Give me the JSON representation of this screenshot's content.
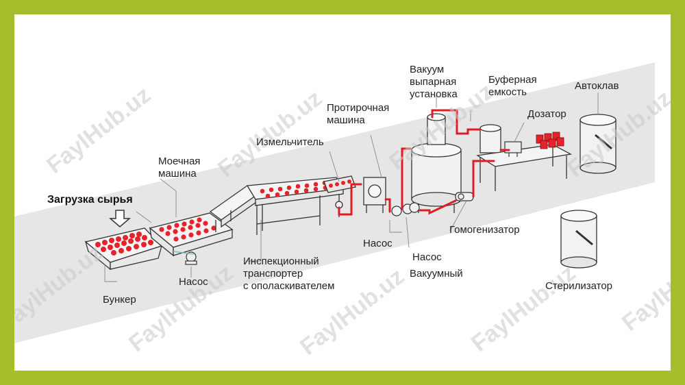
{
  "labels": {
    "loading": "Загрузка сырья",
    "bunker": "Бункер",
    "washer": "Моечная\nмашина",
    "pump1": "Насос",
    "chopper": "Измельчитель",
    "inspection": "Инспекционный\nтранспортер\nс ополаскивателем",
    "wiper": "Протирочная\nмашина",
    "pump2": "Насос",
    "vacuum_unit": "Вакуум\nвыпарная\nустановка",
    "vacuum_pump": "Насос",
    "vacuum_pump_sub": "Вакуумный",
    "buffer": "Буферная\nемкость",
    "doser": "Дозатор",
    "autoclave": "Автоклав",
    "homogenizer": "Гомогенизатор",
    "sterilizer": "Стерилизатор"
  },
  "watermark": "FaylHub.uz",
  "colors": {
    "frame": "#a6bd2c",
    "pipe": "#e01b22",
    "product": "#e8222a",
    "band": "#e6e6e6"
  }
}
